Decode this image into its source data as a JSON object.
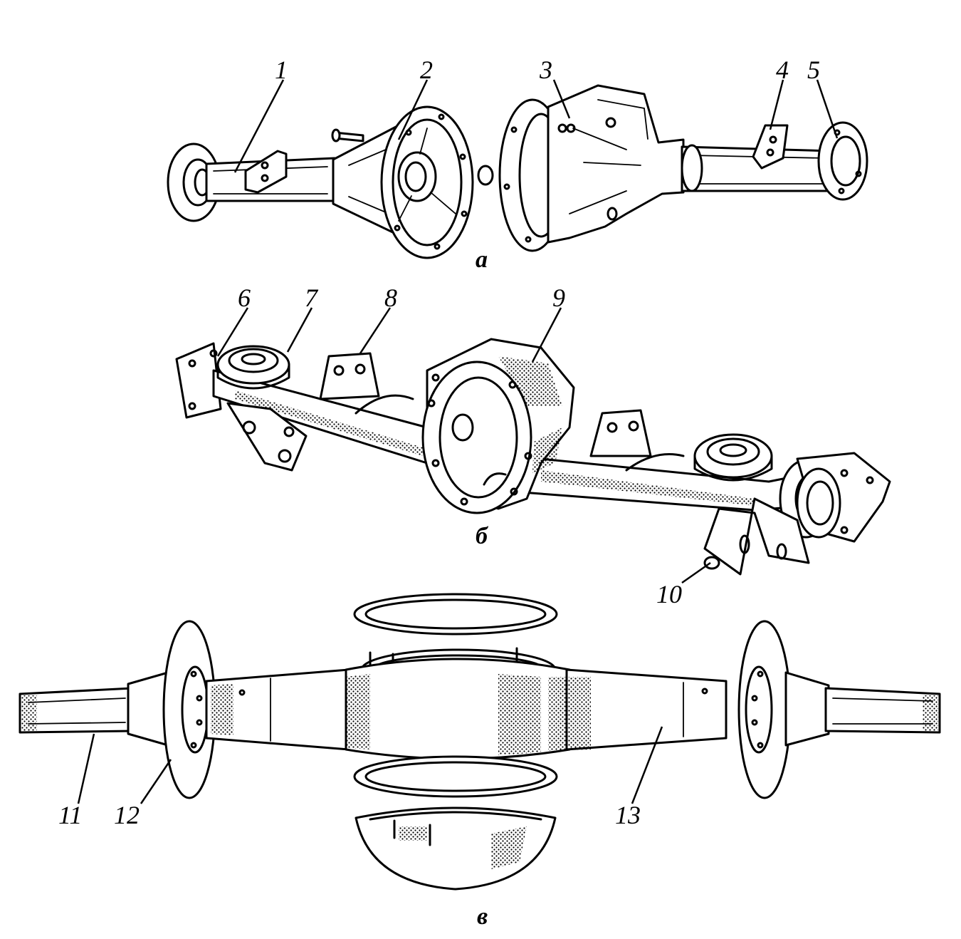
{
  "figure": {
    "panels": [
      {
        "id": "a",
        "caption": "а"
      },
      {
        "id": "b",
        "caption": "б"
      },
      {
        "id": "c",
        "caption": "в"
      }
    ],
    "labels": [
      "1",
      "2",
      "3",
      "4",
      "5",
      "6",
      "7",
      "8",
      "9",
      "10",
      "11",
      "12",
      "13"
    ]
  }
}
